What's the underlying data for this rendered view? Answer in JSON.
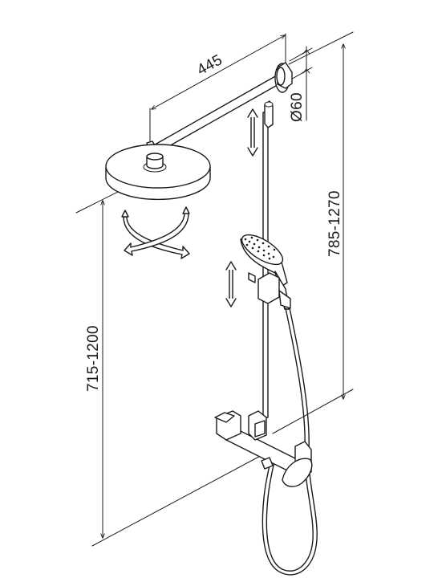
{
  "dimensions": {
    "arm_length": "445",
    "pipe_diameter": "Ø60",
    "column_height": "785-1270",
    "mounting_height": "715-1200"
  },
  "colors": {
    "line": "#1a1a1a",
    "background": "#ffffff",
    "metal_light": "#e9e9e9"
  },
  "icons": {
    "height_adjust_arrows": "up-down-arrow-icon",
    "rotate_arrows": "rotate-arrows-icon"
  }
}
